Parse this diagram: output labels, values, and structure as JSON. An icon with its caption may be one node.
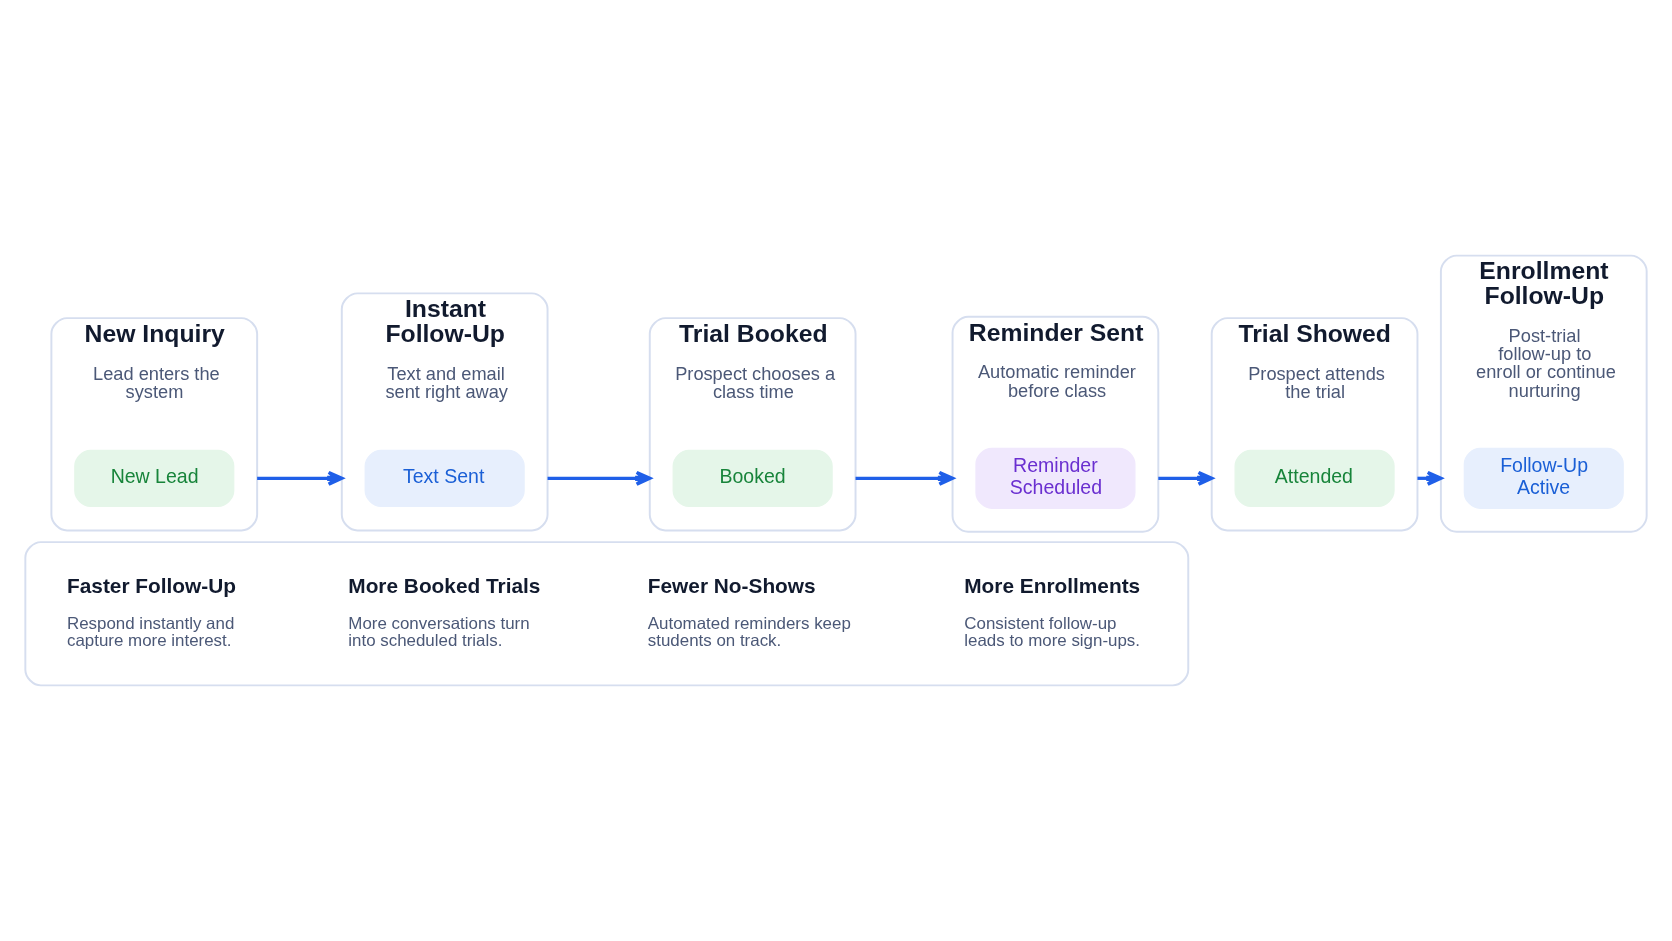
{
  "diagram": {
    "nodes": [
      {
        "text": [
          "New Inquiry",
          "Lead enters the system"
        ]
      },
      {
        "text": [
          "New Lead"
        ],
        "in": 0
      },
      {
        "text": [
          "Instant Follow-Up",
          "Text and email sent right away"
        ]
      },
      {
        "text": [
          "Text Sent"
        ],
        "in": 2
      },
      {
        "text": [
          "Trial Booked",
          "Prospect chooses a class time"
        ]
      },
      {
        "text": [
          "Booked"
        ],
        "in": 4
      },
      {
        "text": [
          "Reminder Sent",
          "Automatic reminder before class"
        ]
      },
      {
        "text": [
          "Reminder Scheduled"
        ],
        "in": 6
      },
      {
        "text": [
          "Trial Showed",
          "Prospect attends the trial"
        ]
      },
      {
        "text": [
          "Attended"
        ],
        "in": 8
      },
      {
        "text": [
          "Enrollment Follow-Up",
          "Post-trial follow-up to enroll or continue nurturing"
        ]
      },
      {
        "text": [
          "Follow-Up Active"
        ],
        "in": 10
      },
      {
        "text": [],
        "shape": "box"
      },
      {
        "text": [
          "Faster Follow-Up",
          "Respond instantly and capture more interest."
        ],
        "in": 12
      },
      {
        "text": [
          "More Booked Trials",
          "More conversations turn into scheduled trials."
        ],
        "in": 12
      },
      {
        "text": [
          "Fewer No-Shows",
          "Automated reminders keep students on track."
        ],
        "in": 12
      },
      {
        "text": [
          "More Enrollments",
          "Consistent follow-up leads to more sign-ups."
        ],
        "in": 12
      }
    ],
    "edges": [
      {
        "from": 0,
        "to": 2,
        "arrow": "to"
      },
      {
        "from": 2,
        "to": 4,
        "arrow": "to"
      },
      {
        "from": 4,
        "to": 6,
        "arrow": "to"
      },
      {
        "from": 6,
        "to": 8,
        "arrow": "to"
      },
      {
        "from": 8,
        "to": 10,
        "arrow": "to"
      }
    ]
  }
}
